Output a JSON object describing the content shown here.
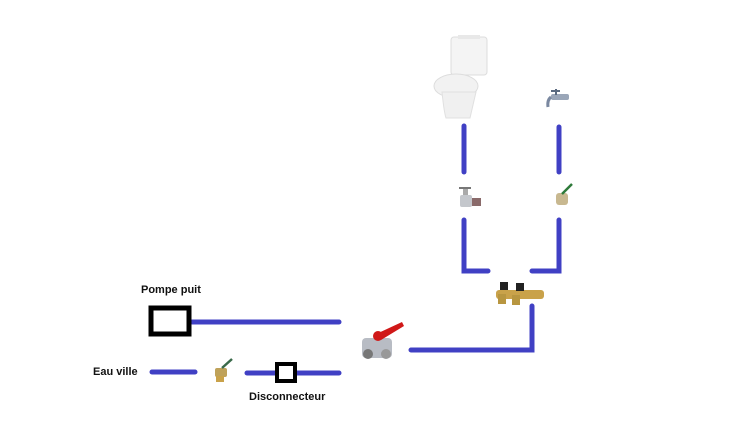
{
  "labels": {
    "pump": "Pompe puit",
    "city_water": "Eau ville",
    "disconnector": "Disconnecteur"
  },
  "colors": {
    "pipe": "#4040c4",
    "box": "#000000",
    "valve_handle_red": "#d01818",
    "valve_handle_green": "#2e7a3a",
    "brass": "#c9a24a",
    "chrome": "#b8bcc4"
  },
  "icons": [
    "toilet-icon",
    "faucet-icon",
    "angle-valve-icon",
    "ball-valve-icon",
    "three-way-valve-icon",
    "manifold-icon"
  ]
}
